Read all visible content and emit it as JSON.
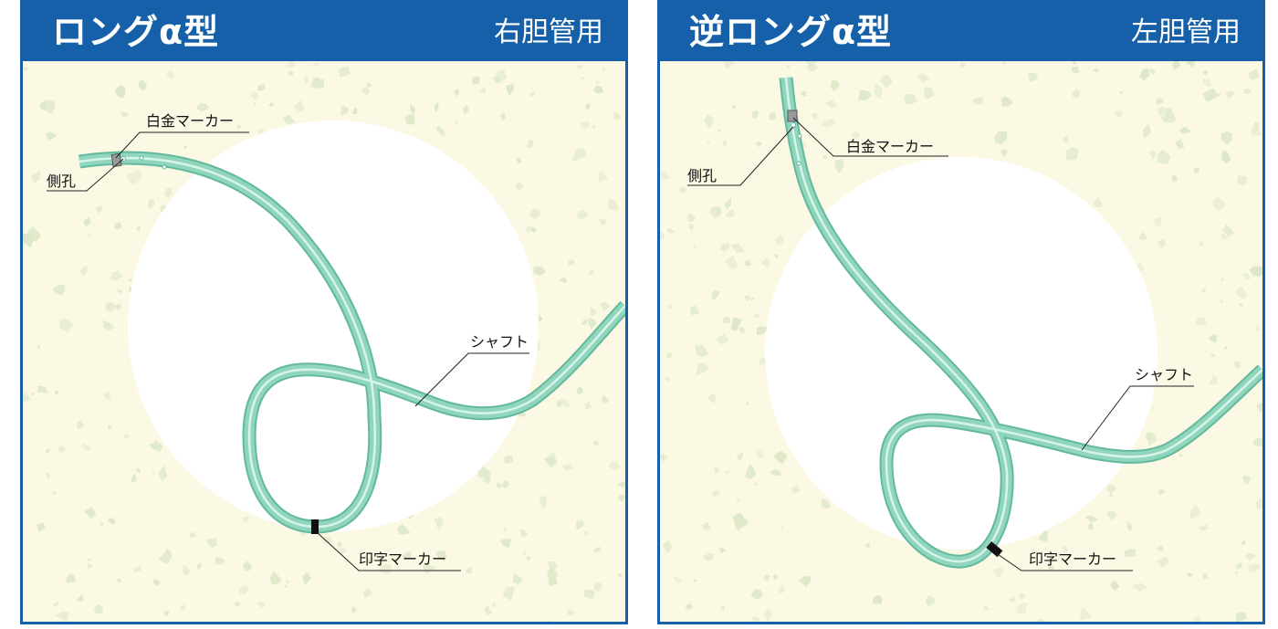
{
  "panels": [
    {
      "title": "ロングα型",
      "usage": "右胆管用",
      "labels": {
        "platinum_marker": "白金マーカー",
        "side_hole": "側孔",
        "shaft": "シャフト",
        "print_marker": "印字マーカー"
      }
    },
    {
      "title": "逆ロングα型",
      "usage": "左胆管用",
      "labels": {
        "platinum_marker": "白金マーカー",
        "side_hole": "側孔",
        "shaft": "シャフト",
        "print_marker": "印字マーカー"
      }
    }
  ],
  "colors": {
    "header": "#1560a8",
    "background": "#fbf8e4",
    "speckle": "#dde8c8",
    "circle": "#ffffff",
    "tube": "#8fd6bd",
    "tube_edge": "#63b99c",
    "tube_highlight": "#d8f3e8",
    "print_marker": "#111111",
    "platinum_marker": "#9a9a9a"
  }
}
